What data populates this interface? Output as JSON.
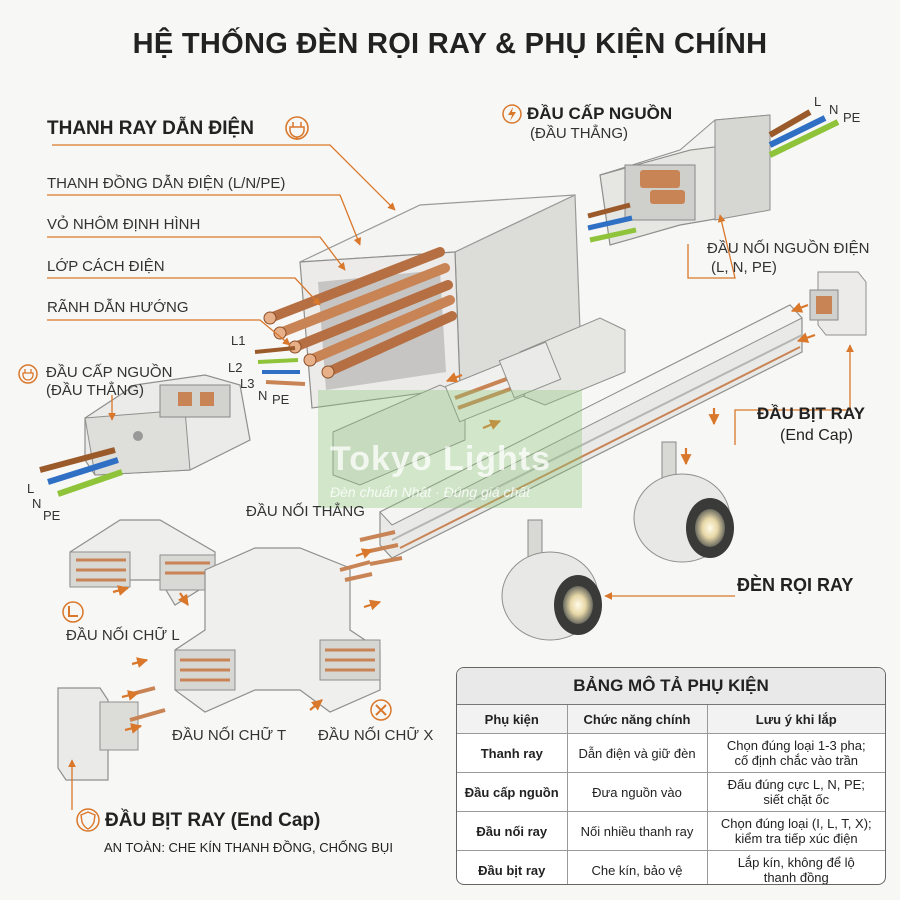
{
  "title": "HỆ THỐNG ĐÈN RỌI RAY & PHỤ KIỆN CHÍNH",
  "labels": {
    "rail_heading": "THANH RAY DẪN ĐIỆN",
    "copper_bars": "THANH ĐỒNG DẪN ĐIỆN (L/N/PE)",
    "aluminum_shell": "VỎ NHÔM ĐỊNH HÌNH",
    "insulation": "LỚP CÁCH ĐIỆN",
    "guide_groove": "RÃNH DẪN HƯỚNG",
    "feed_top_title": "ĐẦU CẤP NGUỒN",
    "feed_top_sub": "(ĐẦU THẲNG)",
    "power_terminal": "ĐẦU NỐI NGUỒN ĐIỆN",
    "power_terminal_sub": "(L, N, PE)",
    "feed_left_title": "ĐẦU CẤP NGUỒN",
    "feed_left_sub": "(ĐẦU THẲNG)",
    "end_cap_right": "ĐẦU BỊT RAY",
    "end_cap_right_sub": "(End Cap)",
    "straight_connector": "ĐẦU NỐI THẲNG",
    "track_light": "ĐÈN RỌI RAY",
    "l_connector": "ĐẦU NỐI CHỮ L",
    "t_connector": "ĐẦU NỐI CHỮ T",
    "x_connector": "ĐẦU NỐI CHỮ X",
    "end_cap_bottom": "ĐẦU BỊT RAY (End Cap)",
    "end_cap_safety": "AN TOÀN: CHE KÍN THANH ĐỒNG, CHỐNG BỤI"
  },
  "wires": {
    "L": "L",
    "N": "N",
    "PE": "PE",
    "L1": "L1",
    "L2": "L2",
    "L3": "L3"
  },
  "watermark": {
    "brand": "Tokyo Lights",
    "slogan": "Đèn chuẩn Nhật · Đúng giá chất"
  },
  "table": {
    "caption": "BẢNG MÔ TẢ PHỤ KIỆN",
    "headers": [
      "Phụ kiện",
      "Chức năng chính",
      "Lưu ý khi lắp"
    ],
    "rows": [
      {
        "item": "Thanh ray",
        "function": "Dẫn điện và giữ đèn",
        "note1": "Chọn đúng loại 1-3 pha;",
        "note2": "cố định chắc vào trần"
      },
      {
        "item": "Đầu cấp nguồn",
        "function": "Đưa nguồn vào",
        "note1": "Đấu đúng cực L, N, PE;",
        "note2": "siết chặt ốc"
      },
      {
        "item": "Đầu nối ray",
        "function": "Nối nhiều thanh ray",
        "note1": "Chọn đúng loại (I, L, T, X);",
        "note2": "kiểm tra tiếp xúc điện"
      },
      {
        "item": "Đầu bịt ray",
        "function": "Che kín, bảo vệ",
        "note1": "Lắp kín, không để lộ",
        "note2": "thanh đồng"
      }
    ]
  },
  "colors": {
    "accent": "#d9772b",
    "copper": "#c98455",
    "wire_brown": "#9a5a2a",
    "wire_blue": "#2f6fc4",
    "wire_green": "#8fc43a",
    "housing": "#e4e4e2",
    "housing_dark": "#b9b9b6"
  },
  "icons": {
    "plug": "plug-icon",
    "bolt": "lightning-icon",
    "l_shape": "l-shape-icon",
    "x_shape": "x-circle-icon",
    "shield": "shield-icon"
  }
}
